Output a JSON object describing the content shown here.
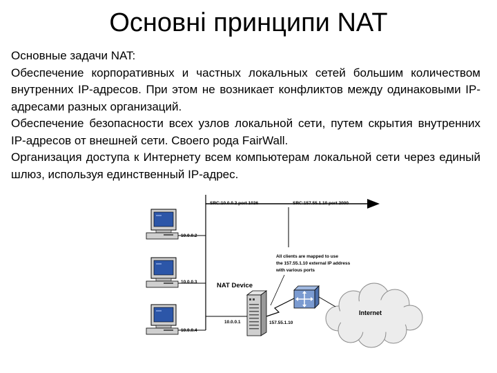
{
  "title": "Основні принципи NAT",
  "body": {
    "heading": "Основные задачи NAT:",
    "paragraphs": [
      "Обеспечение корпоративных и частных локальных сетей большим количеством внутренних IP-адресов. При этом не возникает конфликтов между одинаковыми IP-адресами разных организаций.",
      "Обеспечение безопасности всех узлов локальной сети, путем скрытия внутренних IP-адресов от внешней сети. Своего рода FairWall.",
      "Организация доступа к Интернету всем компьютерам локальной сети через единый шлюз, используя единственный IP-адрес."
    ]
  },
  "diagram": {
    "src_internal": "SRC:10.0.0.2 port 1026",
    "src_external": "SRC:157.55.1.10 port 2000",
    "computers": [
      "10.0.0.2",
      "10.0.0.3",
      "10.0.0.4"
    ],
    "note_lines": [
      "All clients are mapped to use",
      "the 157.55.1.10 external IP address",
      "with various ports"
    ],
    "nat_device_label": "NAT Device",
    "nat_inner_ip": "10.0.0.1",
    "nat_outer_ip": "157.55.1.10",
    "internet_label": "Internet"
  }
}
